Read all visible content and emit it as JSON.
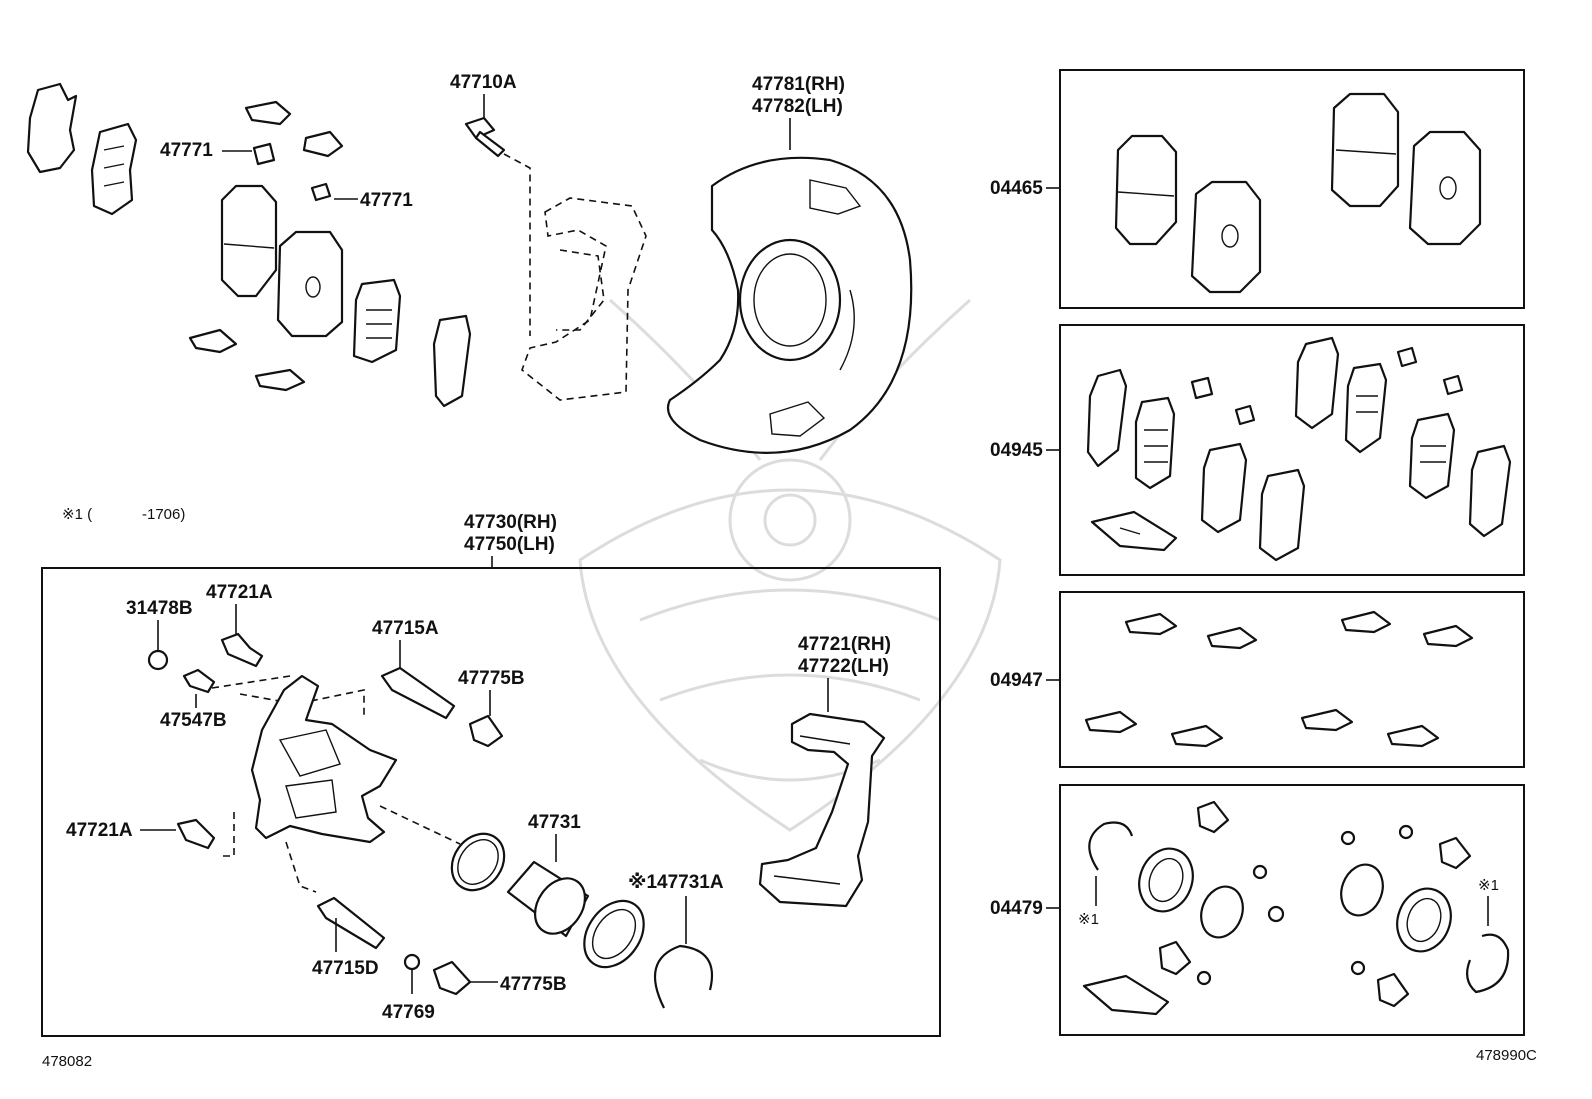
{
  "diagram": {
    "labels": {
      "p47710A": "47710A",
      "p47781": "47781(RH)",
      "p47782": "47782(LH)",
      "p47771a": "47771",
      "p47771b": "47771",
      "note1": "※1 (",
      "note1b": "-1706)",
      "p47730": "47730(RH)",
      "p47750": "47750(LH)",
      "p31478B": "31478B",
      "p47721A_top": "47721A",
      "p47715A": "47715A",
      "p47775B_top": "47775B",
      "p47547B": "47547B",
      "p47721RH": "47721(RH)",
      "p47722LH": "47722(LH)",
      "p47721A_left": "47721A",
      "p47731": "47731",
      "p47731A": "※147731A",
      "p47715D": "47715D",
      "p47769": "47769",
      "p47775B_bot": "47775B",
      "k04465": "04465",
      "k04945": "04945",
      "k04947": "04947",
      "k04479": "04479",
      "k04479_mark_left": "※1",
      "k04479_mark_right": "※1",
      "code_left": "478082",
      "code_right": "478990C"
    }
  }
}
